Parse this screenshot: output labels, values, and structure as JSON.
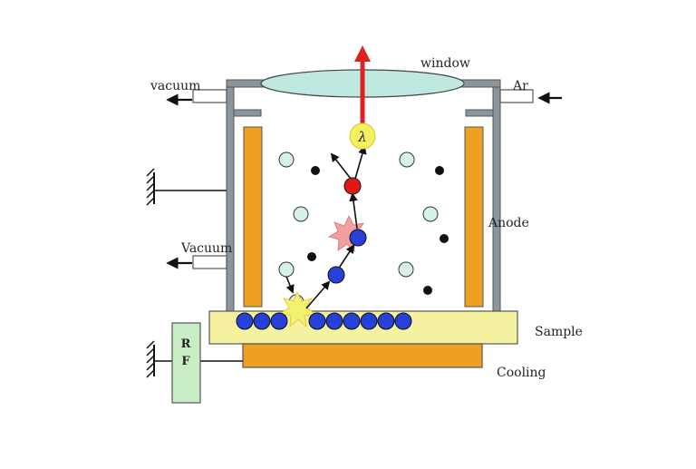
{
  "labels": {
    "window": "window",
    "vacuum_top": "vacuum",
    "ar": "Ar",
    "vacuum_side": "Vacuum",
    "anode": "Anode",
    "sample": "Sample",
    "cooling": "Cooling",
    "rf_r": "R",
    "rf_f": "F",
    "lambda": "λ"
  },
  "colors": {
    "chamber_wall": "#8c959a",
    "window_fill": "#bfe8e0",
    "anode_fill": "#f0a020",
    "sample_fill": "#f4f2a0",
    "cooling_fill": "#f0a020",
    "rf_fill": "#c8ecc4",
    "neutral_atom": "#d6f2ea",
    "electron": "#111111",
    "sample_atom": "#2640d8",
    "excited_atom": "#e01818",
    "photon_beam": "#e02020",
    "photon_fill": "#f4f060",
    "sputter_flash": "#f4f070",
    "collision_flash": "#f0a0a0"
  }
}
